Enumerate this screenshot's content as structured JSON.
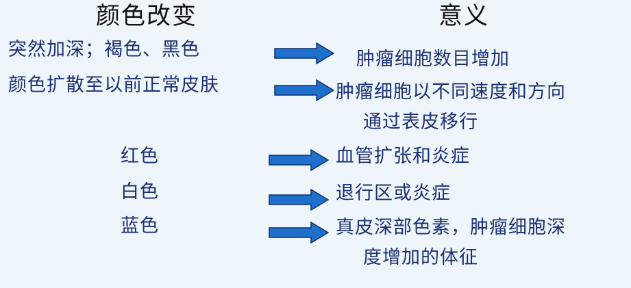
{
  "headers": {
    "left": "颜色改变",
    "right": "意义"
  },
  "rows": [
    {
      "change": "突然加深；褐色、黑色",
      "meaning": [
        "肿瘤细胞数目增加"
      ]
    },
    {
      "change": "颜色扩散至以前正常皮肤",
      "meaning": [
        "肿瘤细胞以不同速度和方向",
        "通过表皮移行"
      ]
    },
    {
      "change": "红色",
      "meaning": [
        "血管扩张和炎症"
      ]
    },
    {
      "change": "白色",
      "meaning": [
        "退行区或炎症"
      ]
    },
    {
      "change": "蓝色",
      "meaning": [
        "真皮深部色素，肿瘤细胞深",
        "度增加的体征"
      ]
    }
  ],
  "colors": {
    "background": "#eef5fb",
    "text": "#1c2f73",
    "arrow_fill": "#1f6fcc",
    "arrow_stroke": "#0f2f6f"
  },
  "icons": {
    "row_arrow": "right-arrow-icon"
  }
}
